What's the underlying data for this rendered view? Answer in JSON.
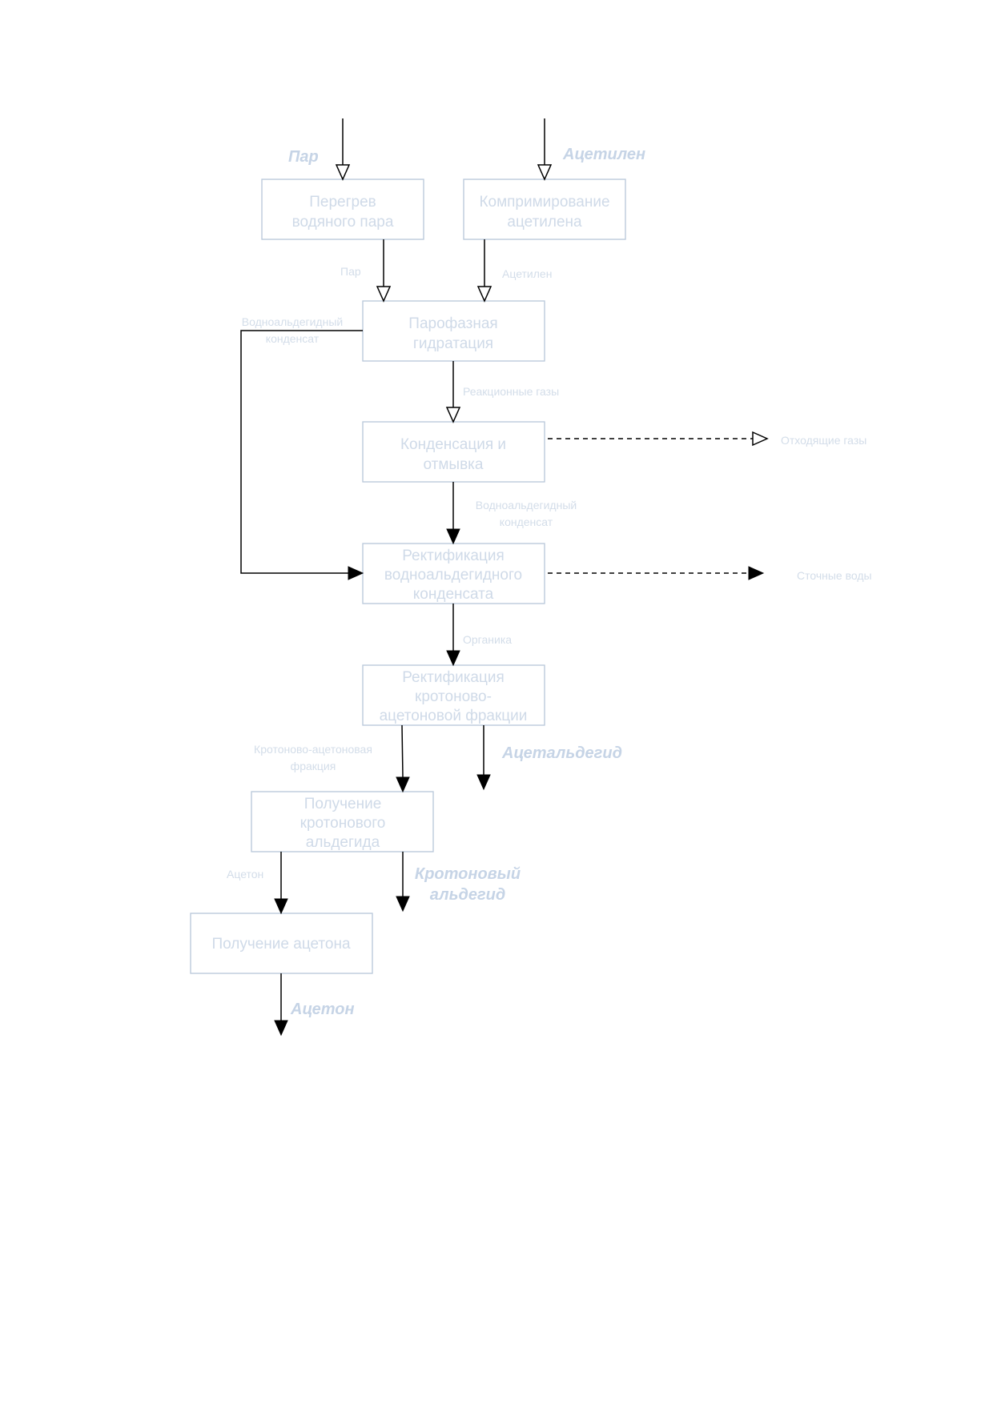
{
  "boxes": {
    "steam_superheat": [
      "Перегрев",
      "водяного пара"
    ],
    "acetylene_compression": [
      "Компримирование",
      "ацетилена"
    ],
    "vapor_hydration": [
      "Парофазная",
      "гидратация"
    ],
    "condensation": [
      "Конденсация и",
      "отмывка"
    ],
    "rect_aldehyde": [
      "Ректификация",
      "водноальдегидного",
      "конденсата"
    ],
    "rect_croton": [
      "Ректификация",
      "кротоново-",
      "ацетоновой фракции"
    ],
    "crotonaldehyde_prod": [
      "Получение",
      "кротонового",
      "альдегида"
    ],
    "acetone_prod": [
      "Получение ацетона"
    ]
  },
  "inputs": {
    "steam": "Пар",
    "acetylene": "Ацетилен"
  },
  "flow_labels": {
    "steam": "Пар",
    "acetylene": "Ацетилен",
    "recycle_condensate": [
      "Водноальдегидный",
      "конденсат"
    ],
    "reaction_gases": "Реакционные газы",
    "off_gases": "Отходящие газы",
    "aldehyde_condensate": [
      "Водноальдегидный",
      "конденсат"
    ],
    "wastewater": "Сточные воды",
    "organics": "Органика",
    "croton_acetone_fraction": [
      "Кротоново-ацетоновая",
      "фракция"
    ],
    "acetone": "Ацетон"
  },
  "products": {
    "acetaldehyde": "Ацетальдегид",
    "crotonaldehyde": [
      "Кротоновый",
      "альдегид"
    ],
    "acetone": "Ацетон"
  }
}
